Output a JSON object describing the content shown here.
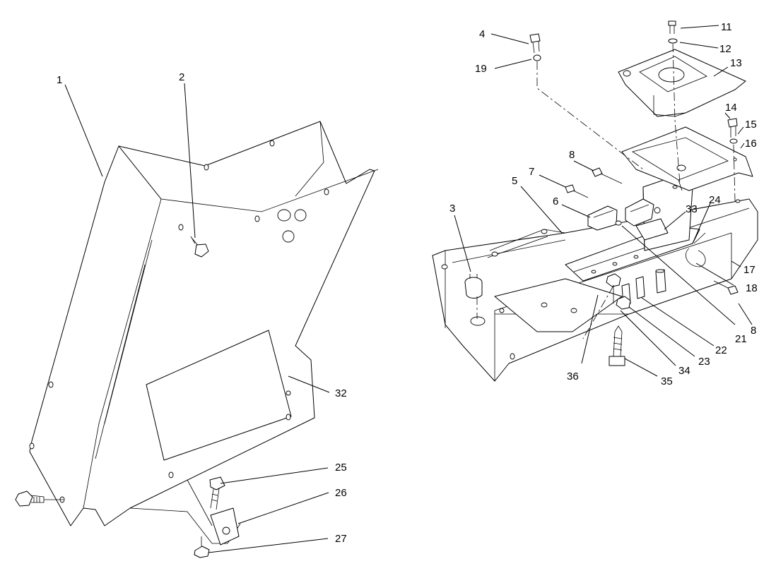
{
  "callouts": [
    "1",
    "2",
    "3",
    "4",
    "5",
    "6",
    "7",
    "8",
    "11",
    "12",
    "13",
    "14",
    "15",
    "16",
    "17",
    "18",
    "19",
    "8",
    "21",
    "22",
    "23",
    "24",
    "25",
    "26",
    "27",
    "32",
    "33",
    "34",
    "35",
    "36"
  ]
}
